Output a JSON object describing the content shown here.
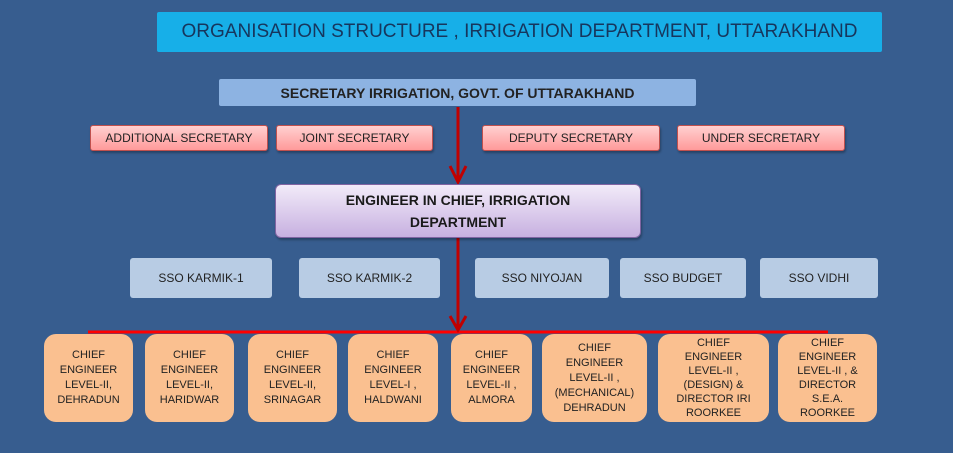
{
  "title": "ORGANISATION STRUCTURE , IRRIGATION DEPARTMENT, UTTARAKHAND",
  "secretary": "SECRETARY  IRRIGATION, GOVT. OF UTTARAKHAND",
  "secretaries": [
    "ADDITIONAL SECRETARY",
    "JOINT SECRETARY",
    "DEPUTY SECRETARY",
    "UNDER SECRETARY"
  ],
  "engineer_in_chief": "ENGINEER  IN  CHIEF,  IRRIGATION DEPARTMENT",
  "sso": [
    "SSO KARMIK-1",
    "SSO KARMIK-2",
    "SSO NIYOJAN",
    "SSO BUDGET",
    "SSO  VIDHI"
  ],
  "chief_engineers": [
    "CHIEF\nENGINEER\nLEVEL-II,\nDEHRADUN",
    "CHIEF\nENGINEER\nLEVEL-II,\nHARIDWAR",
    "CHIEF\nENGINEER\nLEVEL-II,\nSRINAGAR",
    "CHIEF\nENGINEER\nLEVEL-I ,\nHALDWANI",
    "CHIEF\nENGINEER\nLEVEL-II ,\nALMORA",
    "CHIEF\nENGINEER\nLEVEL-II ,\n(MECHANICAL)\nDEHRADUN",
    "CHIEF\nENGINEER\nLEVEL-II ,\n(DESIGN) &\nDIRECTOR IRI\nROORKEE",
    "CHIEF\nENGINEER\nLEVEL-II , &\nDIRECTOR\nS.E.A.\nROORKEE"
  ],
  "colors": {
    "background": "#375d8f",
    "connector": "#c00000",
    "bus": "#ff0000"
  }
}
